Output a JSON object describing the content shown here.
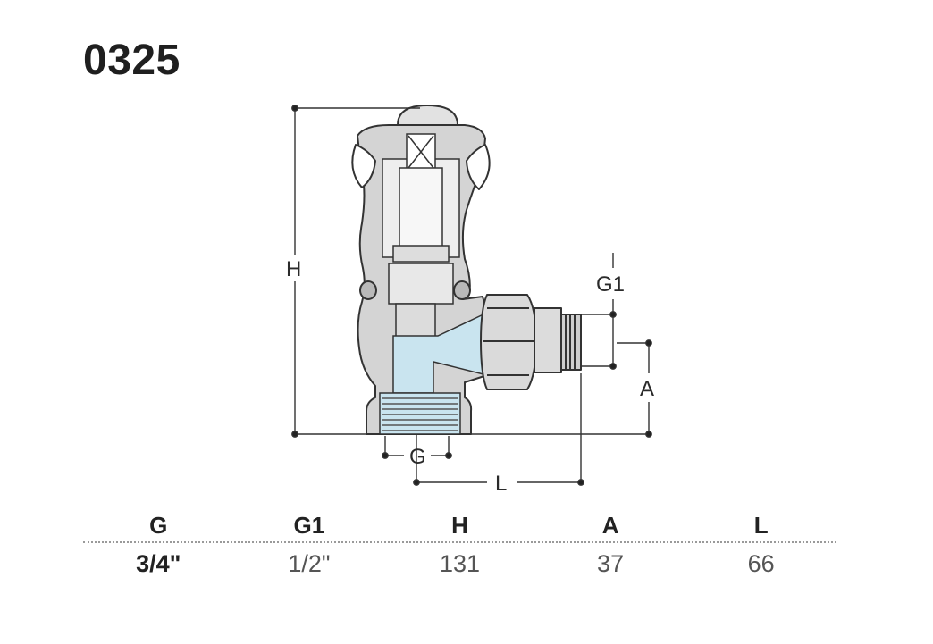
{
  "product": {
    "code": "0325"
  },
  "dimension_labels": {
    "h": "H",
    "g1": "G1",
    "a": "A",
    "g": "G",
    "l": "L"
  },
  "table": {
    "headers": [
      "G",
      "G1",
      "H",
      "A",
      "L"
    ],
    "values": [
      "3/4\"",
      "1/2\"",
      "131",
      "37",
      "66"
    ]
  },
  "colors": {
    "body": "#d4d4d4",
    "water": "#c9e4ef",
    "line": "#333333",
    "dark": "#3a3a3a"
  }
}
